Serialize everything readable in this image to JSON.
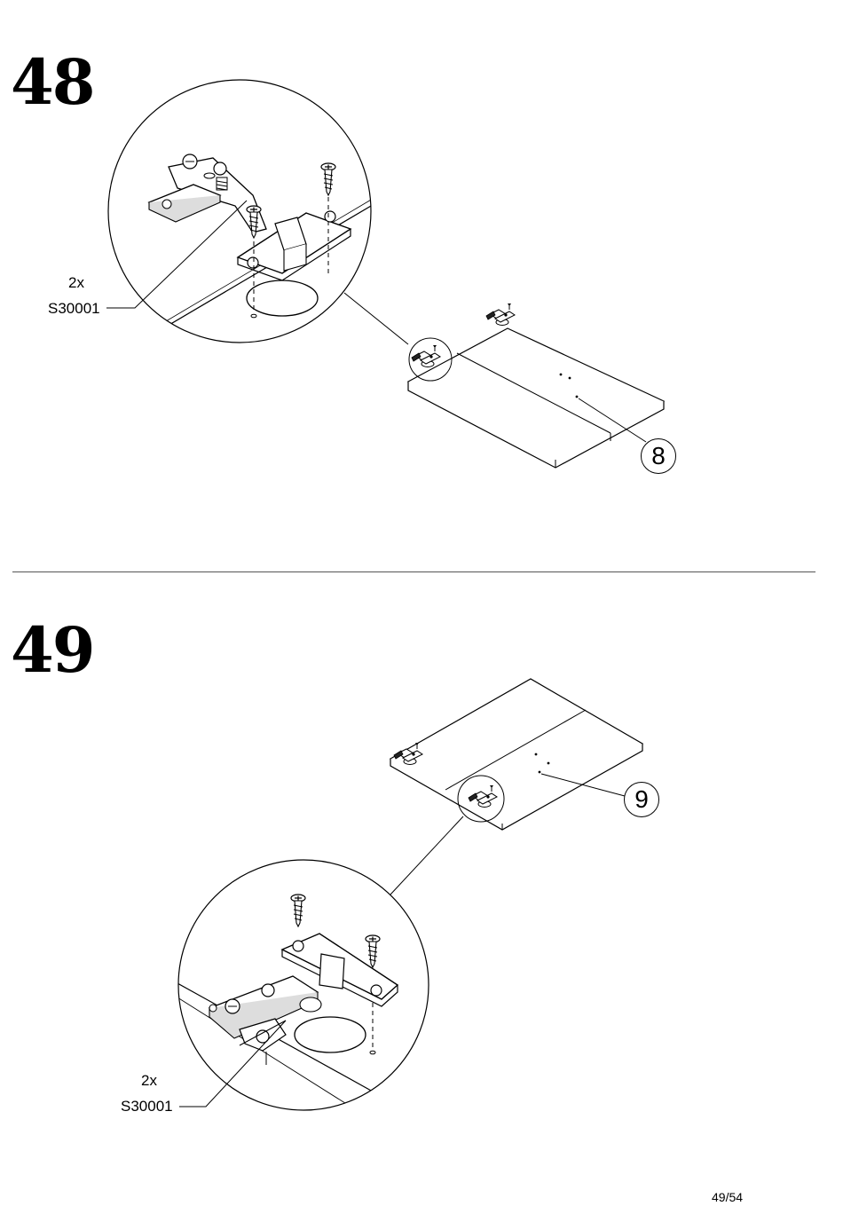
{
  "steps": [
    {
      "number": "48",
      "hardware": {
        "quantity": "2x",
        "code": "S30001"
      },
      "part": {
        "number": "8"
      }
    },
    {
      "number": "49",
      "hardware": {
        "quantity": "2x",
        "code": "S30001"
      },
      "part": {
        "number": "9"
      }
    }
  ],
  "page_number": "49/54",
  "icons": [
    "hinge-icon",
    "screw-icon",
    "board-icon",
    "magnify-circle"
  ]
}
